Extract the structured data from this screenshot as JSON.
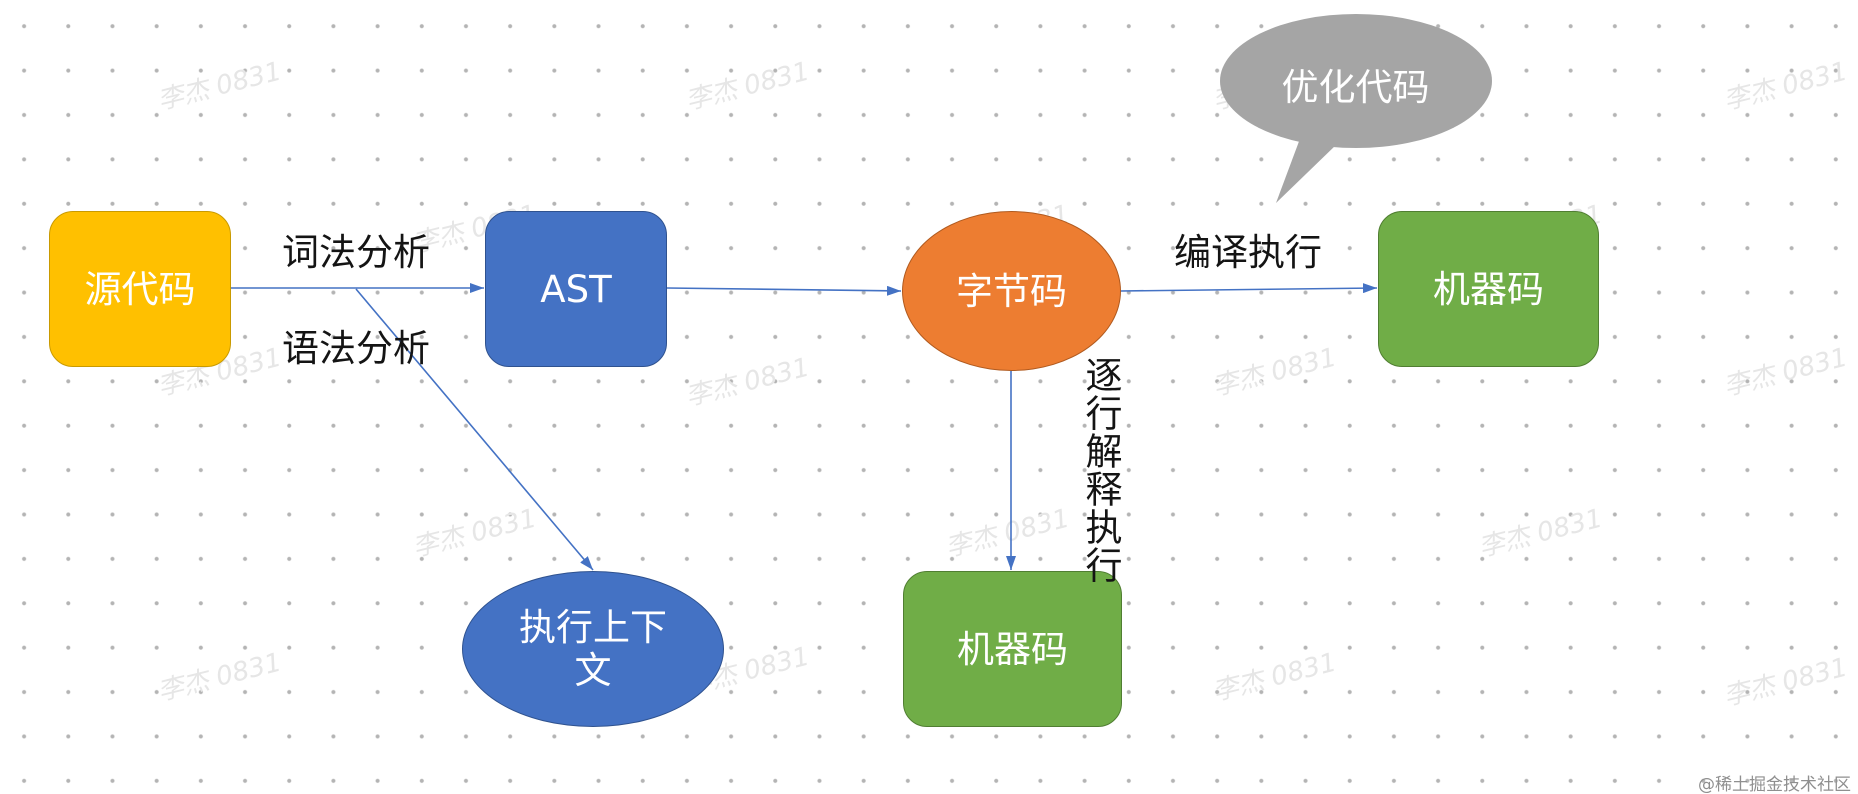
{
  "diagram": {
    "nodes": {
      "source_code": {
        "label": "源代码",
        "color": "#FFC000"
      },
      "ast": {
        "label": "AST",
        "color": "#4472C4"
      },
      "bytecode": {
        "label": "字节码",
        "color": "#ED7D31"
      },
      "machine_code_compiled": {
        "label": "机器码",
        "color": "#70AD47"
      },
      "machine_code_interpreted": {
        "label": "机器码",
        "color": "#70AD47"
      },
      "execution_context": {
        "label": "执行上下文",
        "color": "#4472C4"
      },
      "optimized_code": {
        "label": "优化代码",
        "color": "#A5A5A5"
      }
    },
    "edge_labels": {
      "lexical": "词法分析",
      "syntax": "语法分析",
      "compile_execute": "编译执行",
      "interpret_line_by_line": "逐行解释执行"
    },
    "edge_color": "#4472C4"
  },
  "watermark": {
    "text": "李杰 0831"
  },
  "footer": {
    "credit": "@稀土掘金技术社区"
  }
}
